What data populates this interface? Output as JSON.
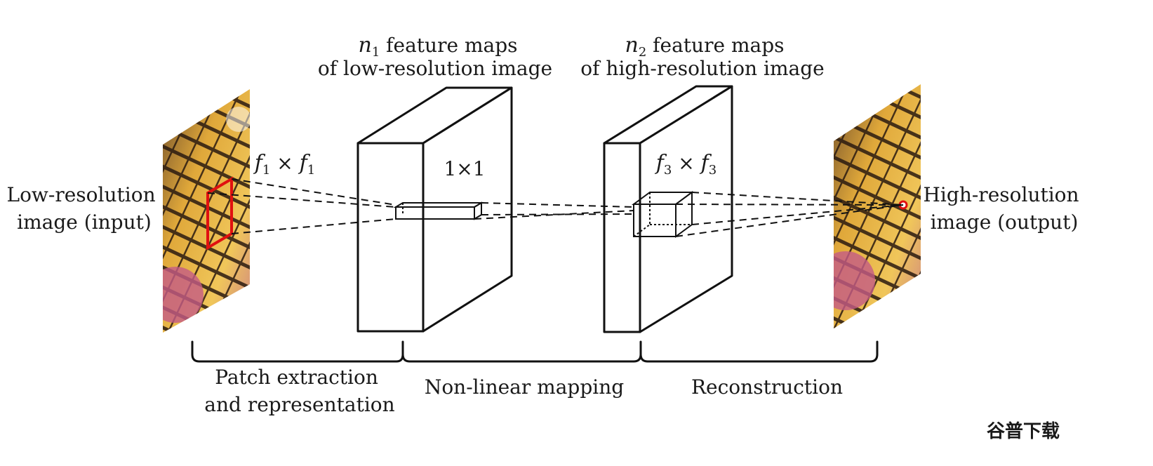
{
  "input_label": [
    "Low-resolution",
    "image (input)"
  ],
  "output_label": [
    "High-resolution",
    "image (output)"
  ],
  "n1_title": {
    "n": "n",
    "sub": "1",
    "rest": " feature maps",
    "line2": "of low-resolution image"
  },
  "n2_title": {
    "n": "n",
    "sub": "2",
    "rest": " feature maps",
    "line2": "of high-resolution image"
  },
  "filter1": {
    "a": "f",
    "a_sub": "1",
    "times": " × ",
    "b": "f",
    "b_sub": "1"
  },
  "filter2": "1×1",
  "filter3": {
    "a": "f",
    "a_sub": "3",
    "times": " × ",
    "b": "f",
    "b_sub": "3"
  },
  "stages": [
    {
      "lines": [
        "Patch extraction",
        "and representation"
      ]
    },
    {
      "lines": [
        "Non-linear mapping"
      ]
    },
    {
      "lines": [
        "Reconstruction"
      ]
    }
  ],
  "watermark": "谷普下载",
  "colors": {
    "patch_highlight": "#e01010",
    "lines": "#1a1a1a",
    "watermark": "#2a6fc9"
  }
}
